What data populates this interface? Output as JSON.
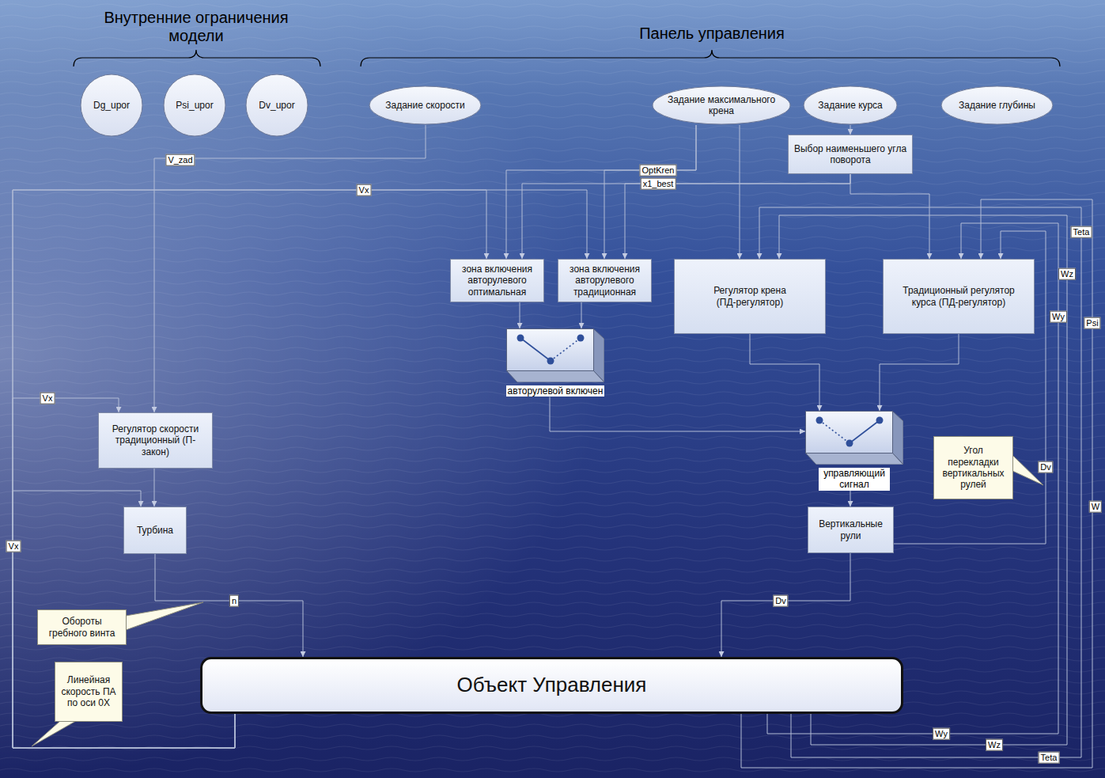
{
  "diagram": {
    "nodes": [
      {
        "text": [
          "Dg_upor"
        ]
      },
      {
        "text": [
          "Psi_upor"
        ]
      },
      {
        "text": [
          "Dv_upor"
        ]
      },
      {
        "text": [
          "Задание скорости"
        ]
      },
      {
        "text": [
          "Задание максимального крена"
        ]
      },
      {
        "text": [
          "Задание курса"
        ]
      },
      {
        "text": [
          "Задание глубины"
        ]
      },
      {
        "text": [
          "Выбор наименьшего угла поворота"
        ]
      },
      {
        "text": [
          "зона включения авторулевого оптимальная"
        ]
      },
      {
        "text": [
          "зона включения авторулевого традиционная"
        ]
      },
      {
        "text": [
          "Регулятор крена (ПД-регулятор)"
        ]
      },
      {
        "text": [
          "Традиционный регулятор курса (ПД-регулятор)"
        ]
      },
      {
        "text": [
          "авторулевой включен"
        ]
      },
      {
        "text": [
          "Регулятор скорости традиционный (П-закон)"
        ]
      },
      {
        "text": [
          "управляющий сигнал"
        ]
      },
      {
        "text": [
          "Турбина"
        ]
      },
      {
        "text": [
          "Вертикальные рули"
        ]
      },
      {
        "text": [
          "Угол перекладки вертикальных рулей"
        ]
      },
      {
        "text": [
          "Обороты гребного винта"
        ]
      },
      {
        "text": [
          "Объект Управления"
        ]
      },
      {
        "text": [
          "Линейная скорость ПА по оси 0X"
        ]
      }
    ],
    "edges": [
      {
        "from": 3,
        "to": 13,
        "arrow": "to",
        "label": "V_zad"
      },
      {
        "from": 13,
        "to": 15,
        "arrow": "to"
      },
      {
        "from": 15,
        "to": 19,
        "arrow": "to",
        "label": "n"
      },
      {
        "from": 19,
        "to": 13,
        "arrow": "to",
        "label": "Vx"
      },
      {
        "from": 19,
        "to": 15,
        "arrow": "to"
      },
      {
        "from": 19,
        "to": 8,
        "arrow": "to",
        "label": "Vx"
      },
      {
        "from": 19,
        "to": 9,
        "arrow": "to"
      },
      {
        "from": 4,
        "to": 8,
        "arrow": "to",
        "label": "OptKren"
      },
      {
        "from": 4,
        "to": 9,
        "arrow": "to"
      },
      {
        "from": 5,
        "to": 7,
        "arrow": "to"
      },
      {
        "from": 7,
        "to": 8,
        "arrow": "to",
        "label": "x1_best"
      },
      {
        "from": 7,
        "to": 9,
        "arrow": "to"
      },
      {
        "from": 4,
        "to": 10,
        "arrow": "to"
      },
      {
        "from": 7,
        "to": 11,
        "arrow": "to"
      },
      {
        "from": 8,
        "to": 12,
        "arrow": "to"
      },
      {
        "from": 9,
        "to": 12,
        "arrow": "to"
      },
      {
        "from": 12,
        "to": 14,
        "arrow": "to"
      },
      {
        "from": 10,
        "to": 14,
        "arrow": "to"
      },
      {
        "from": 11,
        "to": 14,
        "arrow": "to"
      },
      {
        "from": 14,
        "to": 16,
        "arrow": "to"
      },
      {
        "from": 16,
        "to": 19,
        "arrow": "to",
        "label": "Dv"
      },
      {
        "from": 19,
        "to": 10,
        "arrow": "to"
      },
      {
        "from": 19,
        "to": 10,
        "arrow": "to"
      },
      {
        "from": 19,
        "to": 11,
        "arrow": "to"
      },
      {
        "from": 19,
        "to": 11,
        "arrow": "to"
      },
      {
        "from": 16,
        "to": 11,
        "arrow": "to",
        "label": "Dv"
      }
    ],
    "labels": [
      "Внутренние ограничения модели",
      "Панель управления",
      "Teta",
      "Wz",
      "Wy",
      "Psi",
      "W",
      "Vx",
      "Wy",
      "Wz",
      "Teta"
    ]
  }
}
